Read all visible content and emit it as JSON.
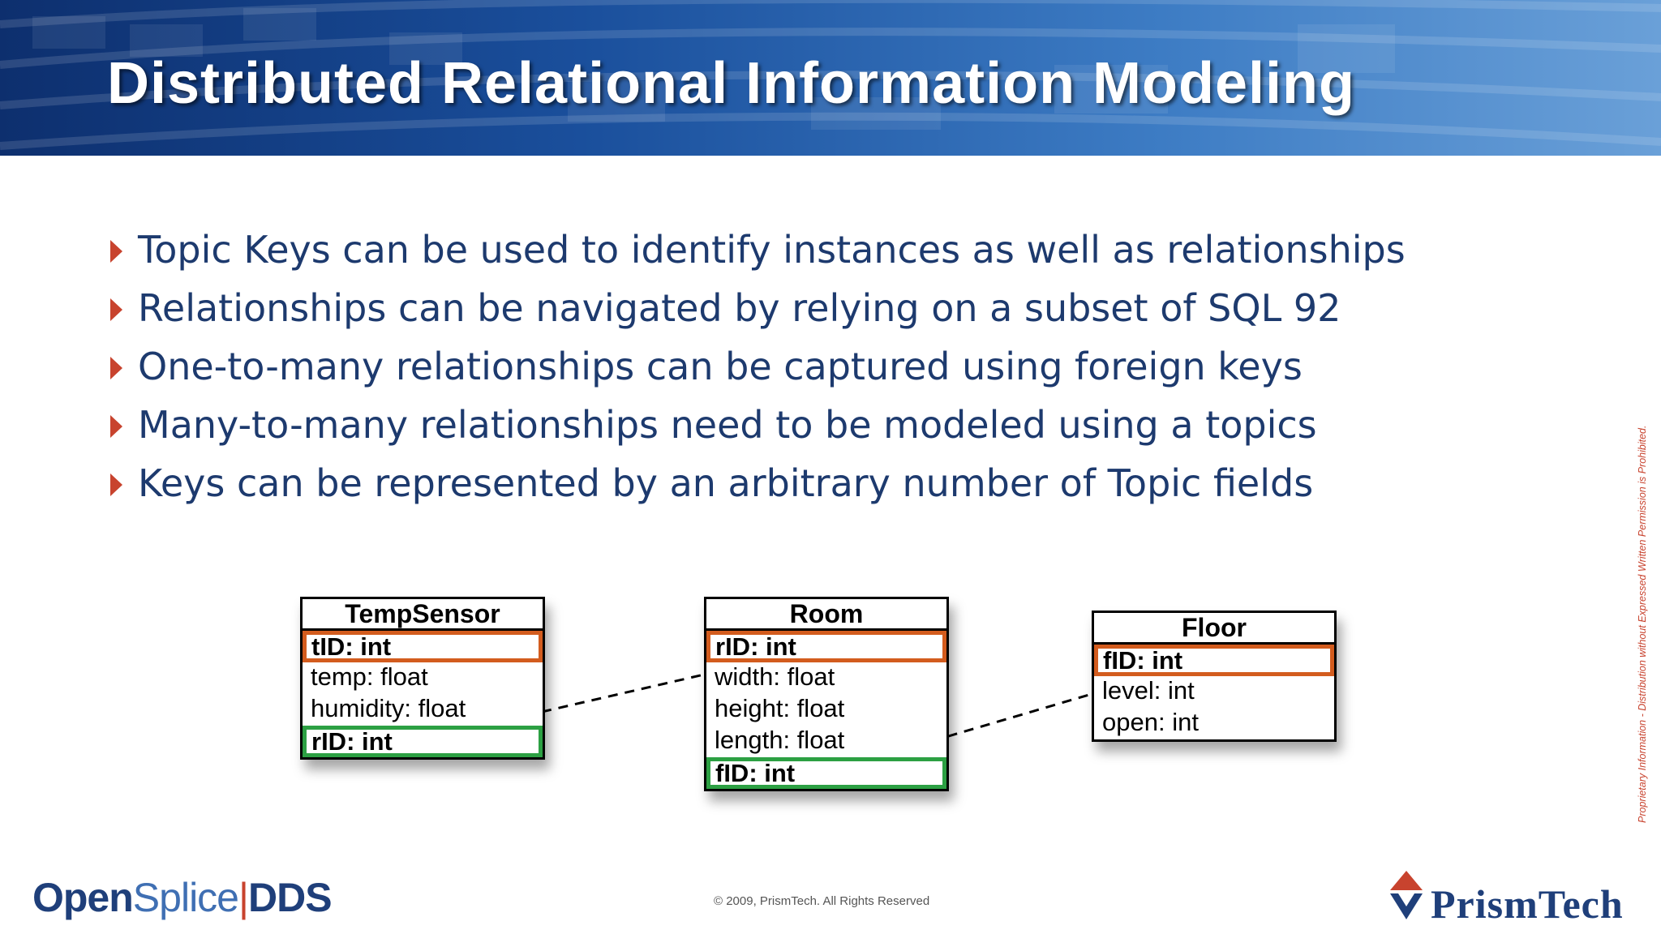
{
  "slide": {
    "title": "Distributed Relational Information Modeling",
    "bullets": [
      "Topic Keys can be used to identify instances as well as relationships",
      "Relationships can be navigated by relying on a subset of SQL 92",
      "One-to-many relationships can be captured using foreign keys",
      "Many-to-many relationships need to be modeled using a topics",
      "Keys can be represented by an arbitrary number of Topic fields"
    ]
  },
  "diagram": {
    "entities": [
      {
        "name": "TempSensor",
        "fields": [
          {
            "label": "tID: int",
            "kind": "key"
          },
          {
            "label": "temp: float",
            "kind": "plain"
          },
          {
            "label": "humidity: float",
            "kind": "plain"
          },
          {
            "label": "rID: int",
            "kind": "foreign"
          }
        ]
      },
      {
        "name": "Room",
        "fields": [
          {
            "label": "rID: int",
            "kind": "key"
          },
          {
            "label": "width: float",
            "kind": "plain"
          },
          {
            "label": "height: float",
            "kind": "plain"
          },
          {
            "label": "length: float",
            "kind": "plain"
          },
          {
            "label": "fID: int",
            "kind": "foreign"
          }
        ]
      },
      {
        "name": "Floor",
        "fields": [
          {
            "label": "fID: int",
            "kind": "key"
          },
          {
            "label": "level: int",
            "kind": "plain"
          },
          {
            "label": "open: int",
            "kind": "plain"
          }
        ]
      }
    ],
    "colors": {
      "key_border": "#d35c1e",
      "foreign_border": "#2ca043"
    }
  },
  "footer": {
    "logo_left": {
      "open": "Open",
      "splice": "Splice",
      "separator": "|",
      "dds": "DDS"
    },
    "copyright": "© 2009, PrismTech. All Rights Reserved",
    "logo_right": "PrismTech",
    "vertical_note": "Proprietary Information - Distribution without Expressed Written Permission is Prohibited."
  },
  "colors": {
    "accent": "#c8432e",
    "text": "#1d3a6e",
    "banner": "#1a4f9c"
  }
}
